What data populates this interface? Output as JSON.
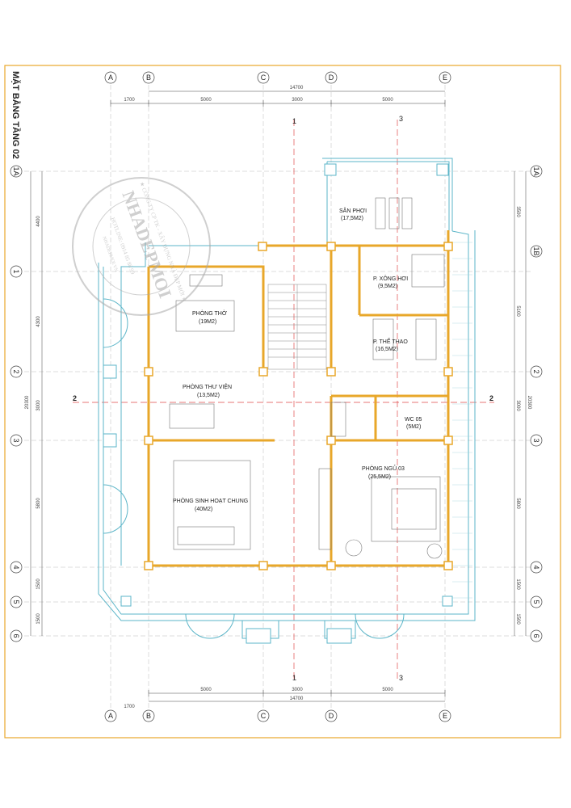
{
  "title": "MẶT BẰNG TẦNG 02",
  "columns_top": [
    "A",
    "B",
    "C",
    "D",
    "E"
  ],
  "columns_bottom": [
    "A",
    "B",
    "C",
    "D",
    "E"
  ],
  "rows_left": [
    "1A",
    "1",
    "2",
    "3",
    "4",
    "5",
    "6"
  ],
  "rows_right": [
    "1A",
    "1B",
    "2",
    "3",
    "4",
    "5",
    "6"
  ],
  "dims_top_total": "14700",
  "dims_top": [
    "1700",
    "5000",
    "3000",
    "5000"
  ],
  "dims_bottom_total": "14700",
  "dims_bottom": [
    "5000",
    "3000",
    "5000"
  ],
  "dims_bottom_extra": "1700",
  "dims_left": [
    "4400",
    "4300",
    "3000",
    "5800",
    "1500",
    "1500"
  ],
  "dims_left_total": "20300",
  "dims_right": [
    "3500",
    "5100",
    "3000",
    "5800",
    "1500",
    "1500"
  ],
  "dims_right_total": "20300",
  "section_marks": {
    "top_1": "1",
    "top_3": "3",
    "bottom_1": "1",
    "bottom_3": "3",
    "left_2": "2",
    "right_2": "2"
  },
  "rooms": {
    "san_phoi": {
      "name": "SÂN PHƠI",
      "area": "(17,5M2)"
    },
    "p_xong_hoi": {
      "name": "P. XÔNG HƠI",
      "area": "(9,5M2)"
    },
    "phong_tho": {
      "name": "PHÒNG THỜ",
      "area": "(19M2)"
    },
    "p_the_thao": {
      "name": "P. THỂ THAO",
      "area": "(16,5M2)"
    },
    "phong_thu_vien": {
      "name": "PHÒNG THƯ VIỆN",
      "area": "(13,5M2)"
    },
    "wc05": {
      "name": "WC 05",
      "area": "(5M2)"
    },
    "phong_ngu03": {
      "name": "PHÒNG NGỦ 03",
      "area": "(25,5M2)"
    },
    "phong_sinh_hoat": {
      "name": "PHÒNG SINH HOẠT CHUNG",
      "area": "(40M2)"
    }
  },
  "watermark": {
    "brand": "NHADEPMOI",
    "ring_text": "★ CÔNG TY CP TK - XÂY DỰNG NHÀ ĐẸP MỚI ★",
    "hotline": "HOTLINE: 0914 85 88 99",
    "bottom": "NHADEPMOI.VN"
  },
  "colors": {
    "wall": "#e8a72a",
    "outline": "#5bb5c8",
    "grid": "#e04a4a",
    "border": "#e8a72a"
  }
}
